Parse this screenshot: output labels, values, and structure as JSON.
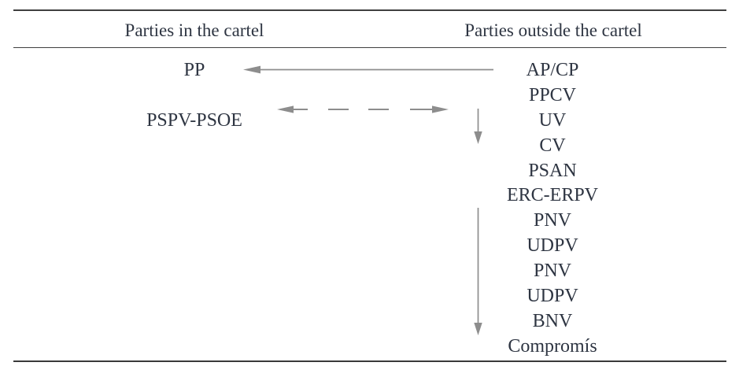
{
  "figure": {
    "columns": {
      "in_cartel": {
        "header": "Parties in the cartel",
        "items": [
          "PP",
          "PSPV-PSOE"
        ]
      },
      "outside_cartel": {
        "header": "Parties outside the cartel",
        "items": [
          "AP/CP",
          "PPCV",
          "UV",
          "CV",
          "PSAN",
          "ERC-ERPV",
          "PNV",
          "UDPV",
          "PNV",
          "UDPV",
          "BNV",
          "Compromís"
        ]
      }
    },
    "arrows": [
      {
        "name": "solid-left-arrow",
        "style": "solid",
        "direction": "left",
        "from_row": "AP/CP",
        "to_row": "PP"
      },
      {
        "name": "dashed-double-arrow",
        "style": "dashed",
        "direction": "both",
        "row": "PSPV-PSOE"
      },
      {
        "name": "short-down-arrow",
        "style": "solid",
        "direction": "down",
        "span_rows": "PPCV to CV"
      },
      {
        "name": "long-down-arrow",
        "style": "solid",
        "direction": "down",
        "span_rows": "ERC-ERPV to Compromís"
      }
    ],
    "colors": {
      "text": "#2e3542",
      "rule": "#3f3f3f",
      "arrow": "#8d8d8d",
      "background": "#ffffff"
    }
  }
}
